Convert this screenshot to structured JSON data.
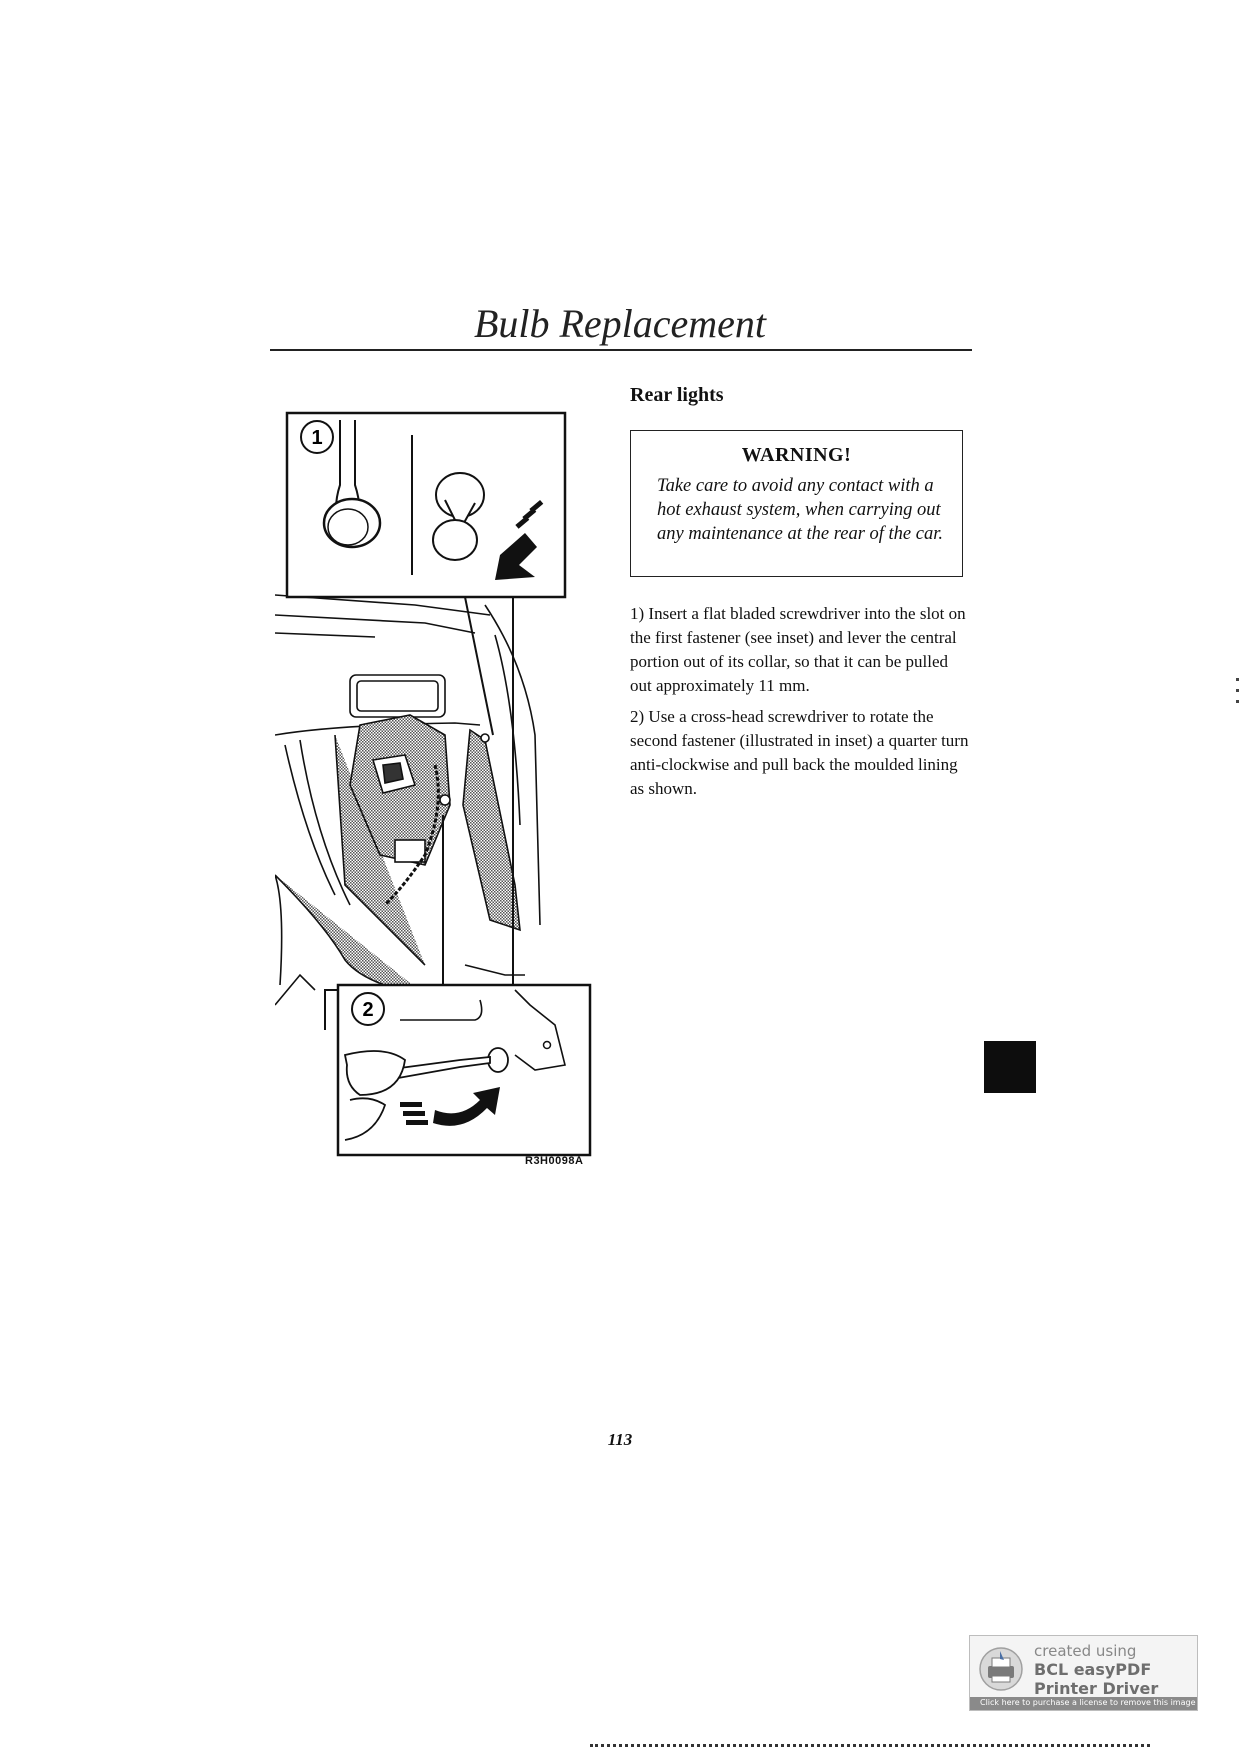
{
  "header": {
    "title": "Bulb Replacement"
  },
  "figure": {
    "inset_1_label": "1",
    "inset_2_label": "2",
    "code": "R3H0098A"
  },
  "section": {
    "heading": "Rear lights"
  },
  "warning": {
    "title": "WARNING!",
    "text": "Take care to avoid any contact with a hot exhaust system, when carrying out any maintenance at the rear of the car."
  },
  "steps": [
    "1) Insert a flat bladed screwdriver into the slot on the first fastener (see inset) and lever the central portion out of its collar, so that it can be pulled out approximately 11 mm.",
    "2) Use a cross-head screwdriver to rotate the second fastener (illustrated in inset) a quarter turn anti-clockwise and pull back the moulded lining as shown."
  ],
  "page_number": "113",
  "badge": {
    "line1": "created using",
    "line2": "BCL easyPDF",
    "line3": "Printer Driver",
    "strip": "Click here to purchase a license to remove this image"
  },
  "colors": {
    "ink": "#111111",
    "thumb_tab": "#0d0d0d",
    "badge_text": "#6e6e6e"
  },
  "icons": [
    "screwdriver-illustration",
    "fastener-illustration",
    "arrow-icon",
    "printer-logo-icon"
  ]
}
